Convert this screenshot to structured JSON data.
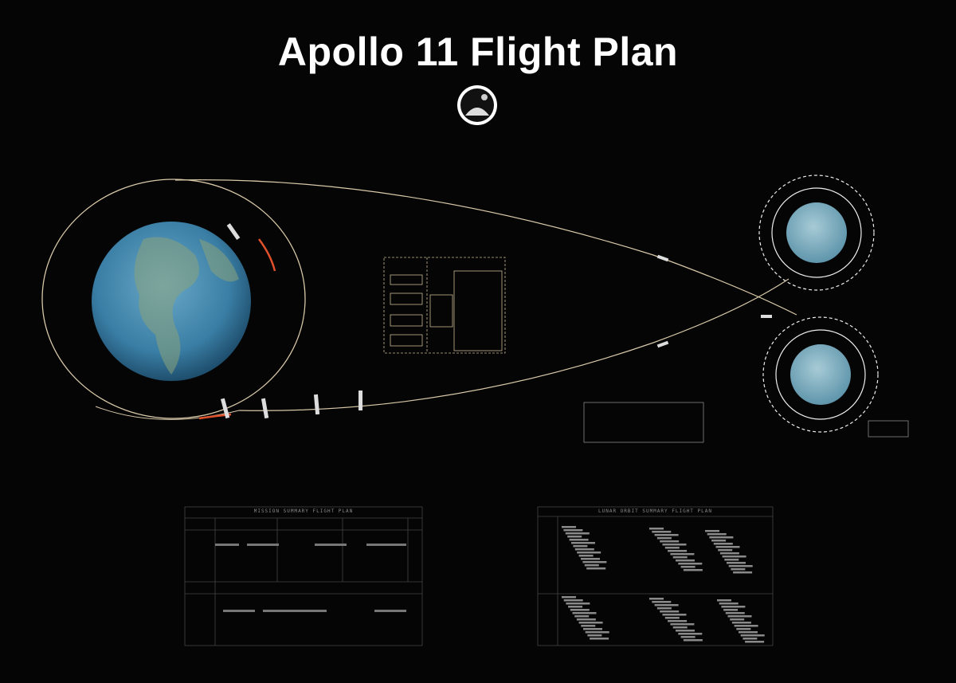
{
  "header": {
    "title": "Apollo 11 Flight Plan"
  },
  "charts": {
    "mission_summary": {
      "caption": "MISSION SUMMARY FLIGHT PLAN"
    },
    "lunar_orbit": {
      "caption": "LUNAR ORBIT SUMMARY FLIGHT PLAN"
    }
  },
  "colors": {
    "background": "#050505",
    "earth_ocean": "#3f86ad",
    "moon": "#7fb0c4",
    "trajectory": "#d8c8a8",
    "burn": "#e0502a"
  }
}
